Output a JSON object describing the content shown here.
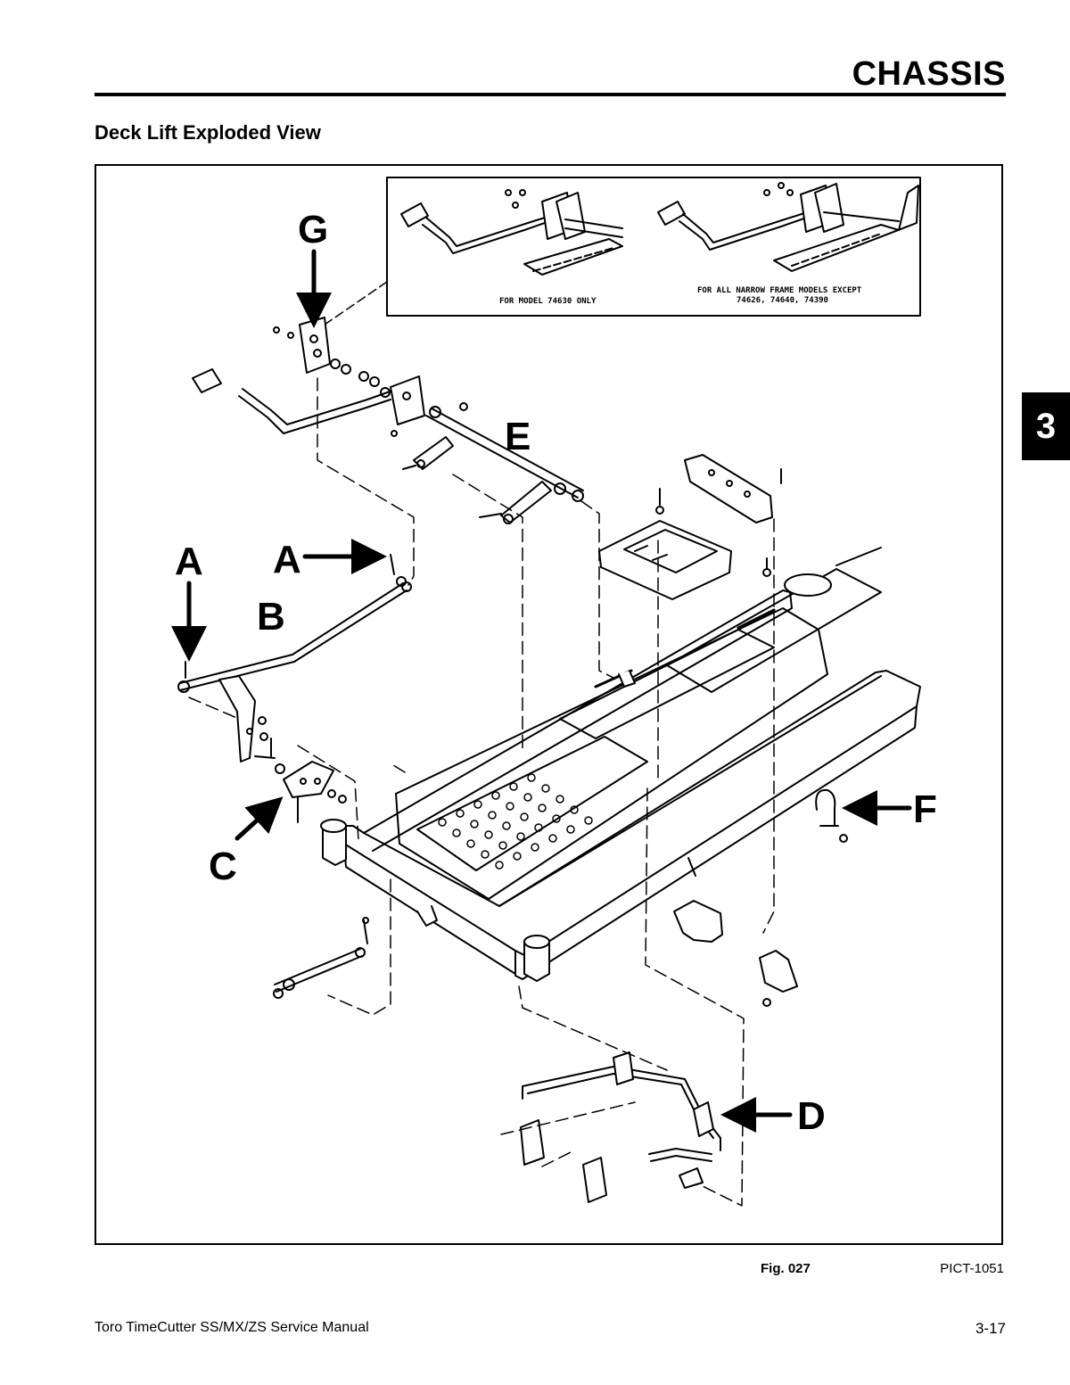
{
  "header": {
    "section_title": "CHASSIS"
  },
  "page": {
    "heading": "Deck Lift Exploded View",
    "chapter_tab": "3"
  },
  "figure": {
    "callouts": {
      "a1": "A",
      "a2": "A",
      "b": "B",
      "c": "C",
      "d": "D",
      "e": "E",
      "f": "F",
      "g": "G"
    },
    "inset_notes": {
      "left": "FOR MODEL 74630 ONLY",
      "right_line1": "FOR ALL NARROW FRAME MODELS EXCEPT",
      "right_line2": "74626, 74640, 74390"
    },
    "caption": "Fig. 027",
    "id": "PICT-1051"
  },
  "footer": {
    "manual_title": "Toro TimeCutter SS/MX/ZS Service Manual",
    "page_number": "3-17"
  }
}
